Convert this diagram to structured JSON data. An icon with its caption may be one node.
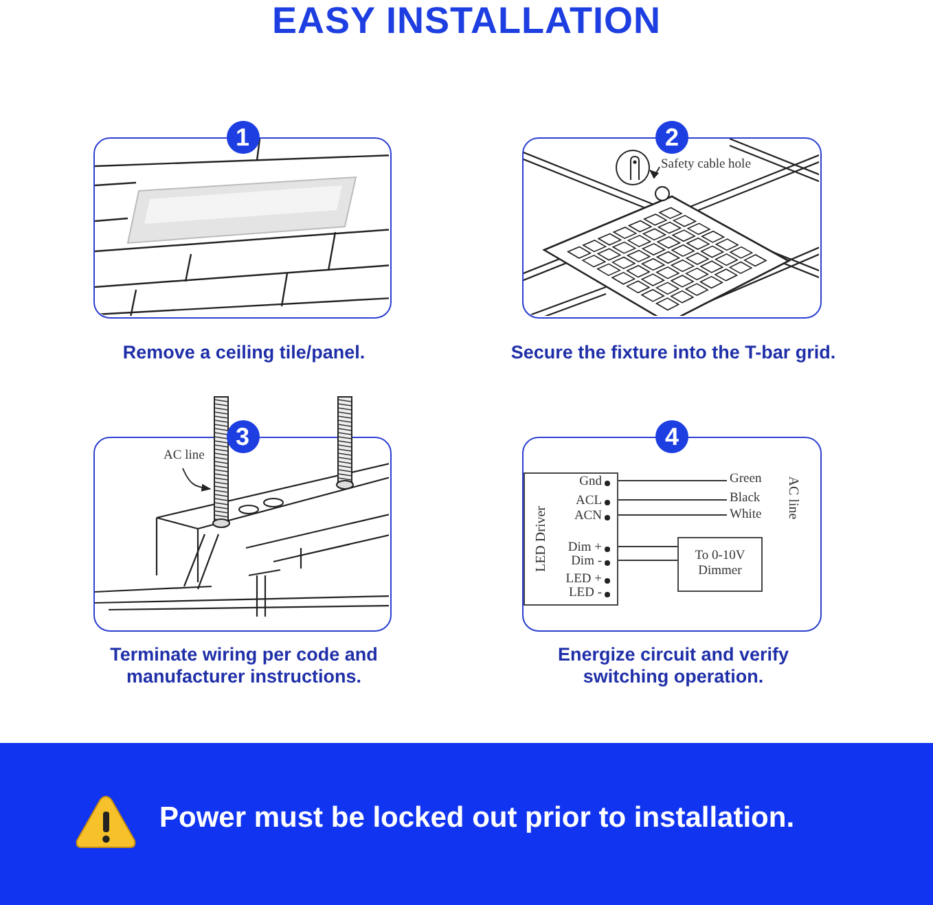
{
  "diagram": {
    "title": "EASY INSTALLATION",
    "nodes": [
      {
        "text": [
          "1"
        ],
        "beside": [
          "Remove a ceiling tile/panel."
        ]
      },
      {
        "text": [
          "2"
        ],
        "beside": [
          "Secure the fixture into the T-bar grid."
        ]
      },
      {
        "text": [
          "Safety cable hole"
        ],
        "in": 1
      },
      {
        "text": [],
        "shape": "circle",
        "in": 1
      },
      {
        "text": [
          "3"
        ],
        "beside": [
          "Terminate wiring per code and manufacturer instructions."
        ]
      },
      {
        "text": [
          "AC line"
        ],
        "in": 4
      },
      {
        "text": [
          "4"
        ],
        "beside": [
          "Energize circuit and verify switching operation."
        ]
      },
      {
        "text": [
          "LED Driver",
          "Gnd",
          "ACL",
          "ACN",
          "Dim +",
          "Dim -",
          "LED +",
          "LED -"
        ],
        "in": 6
      },
      {
        "text": [
          "Green"
        ],
        "in": 6
      },
      {
        "text": [
          "Black"
        ],
        "in": 6
      },
      {
        "text": [
          "White"
        ],
        "in": 6
      },
      {
        "text": [
          "To 0-10V Dimmer"
        ],
        "in": 6
      }
    ],
    "edges": [
      {
        "from": 2,
        "to": 3,
        "arrow": "to"
      },
      {
        "from": 5,
        "to": null,
        "arrow": "to"
      },
      {
        "from": 7,
        "to": 8,
        "arrow": "none"
      },
      {
        "from": 7,
        "to": 9,
        "arrow": "none"
      },
      {
        "from": 7,
        "to": 10,
        "arrow": "none"
      },
      {
        "from": 7,
        "to": 11,
        "arrow": "none"
      },
      {
        "from": 7,
        "to": 11,
        "arrow": "none"
      }
    ],
    "labels": [
      "AC line",
      "Power must be locked out prior to installation."
    ]
  }
}
